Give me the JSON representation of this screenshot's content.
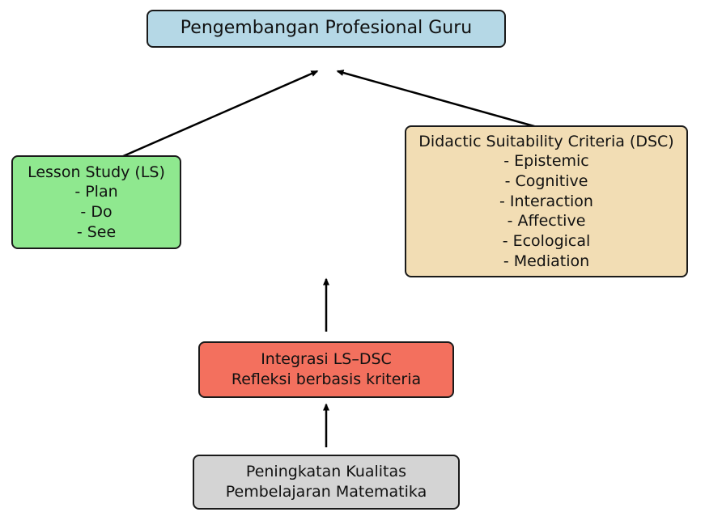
{
  "diagram": {
    "title_node": {
      "label": "Pengembangan Profesional Guru",
      "bg_color": "#b5d8e6"
    },
    "lesson_study": {
      "title": "Lesson Study (LS)",
      "items": [
        "- Plan",
        "- Do",
        "- See"
      ],
      "bg_color": "#8fe88f"
    },
    "dsc": {
      "title": "Didactic Suitability Criteria (DSC)",
      "items": [
        "- Epistemic",
        "- Cognitive",
        "- Interaction",
        "- Affective",
        "- Ecological",
        "- Mediation"
      ],
      "bg_color": "#f2ddb4"
    },
    "integration": {
      "line1": "Integrasi LS–DSC",
      "line2": "Refleksi berbasis kriteria",
      "bg_color": "#f3705e"
    },
    "outcome": {
      "line1": "Peningkatan Kualitas",
      "line2": "Pembelajaran Matematika",
      "bg_color": "#d4d4d4"
    },
    "arrow_color": "#000000"
  }
}
